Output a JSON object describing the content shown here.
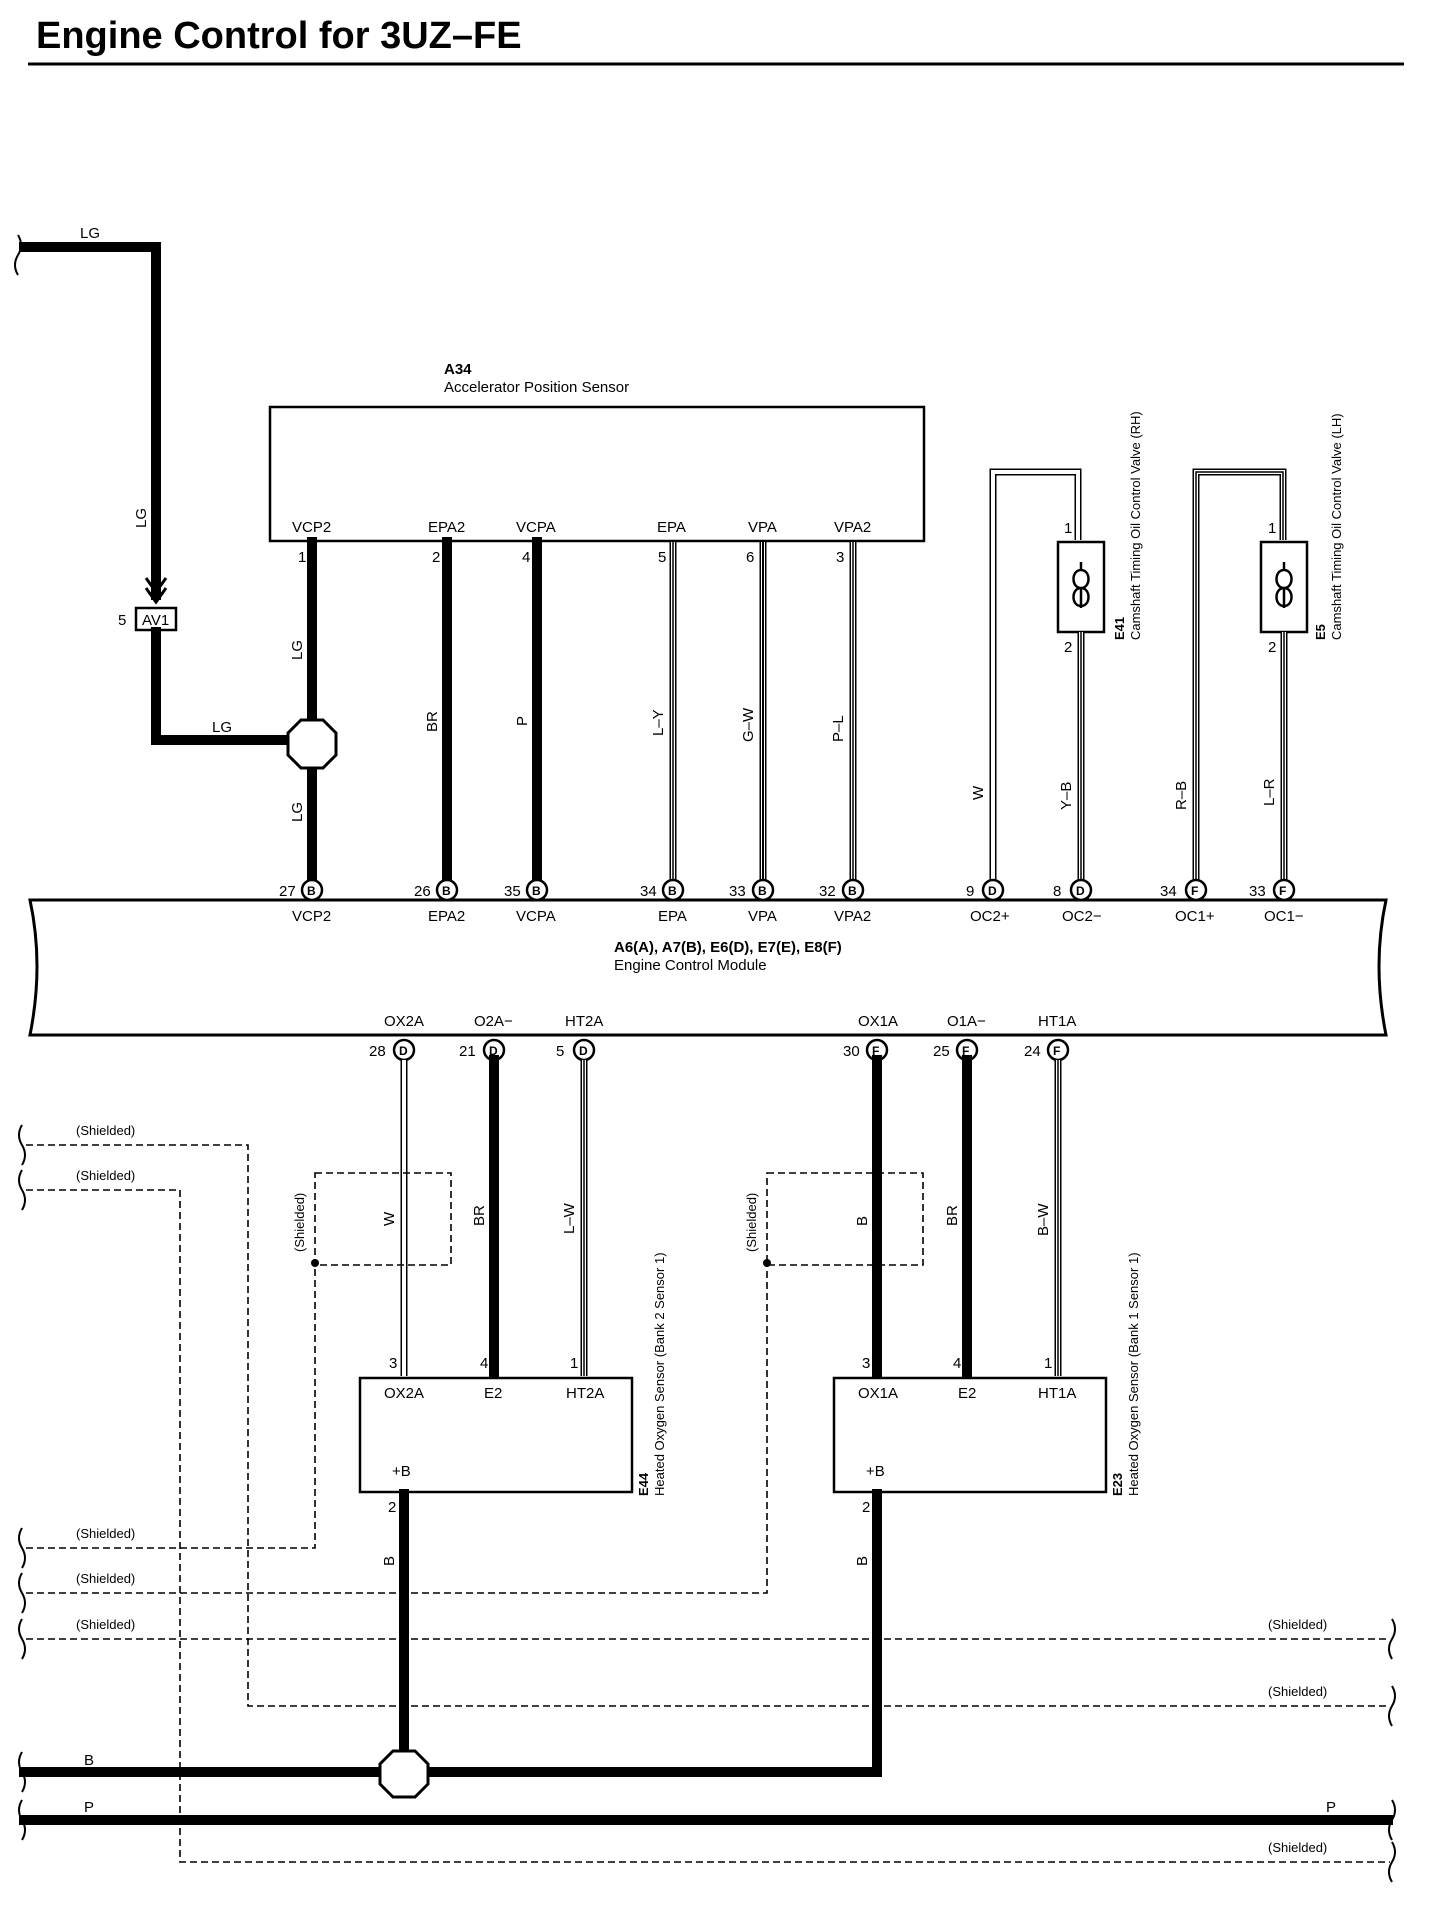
{
  "title": "Engine Control for 3UZ–FE",
  "components": {
    "a34": {
      "code": "A34",
      "name": "Accelerator Position Sensor",
      "pins": [
        "VCP2",
        "EPA2",
        "VCPA",
        "EPA",
        "VPA",
        "VPA2"
      ],
      "pin_numbers": [
        "1",
        "2",
        "4",
        "5",
        "6",
        "3"
      ]
    },
    "ecm": {
      "code": "A6(A), A7(B), E6(D), E7(E), E8(F)",
      "name": "Engine Control Module",
      "top_pins": [
        "VCP2",
        "EPA2",
        "VCPA",
        "EPA",
        "VPA",
        "VPA2",
        "OC2+",
        "OC2−",
        "OC1+",
        "OC1−"
      ],
      "top_numbers": [
        "27",
        "26",
        "35",
        "34",
        "33",
        "32",
        "9",
        "8",
        "34",
        "33"
      ],
      "top_connectors": [
        "B",
        "B",
        "B",
        "B",
        "B",
        "B",
        "D",
        "D",
        "F",
        "F"
      ],
      "bottom_pins": [
        "OX2A",
        "O2A−",
        "HT2A",
        "OX1A",
        "O1A−",
        "HT1A"
      ],
      "bottom_numbers": [
        "28",
        "21",
        "5",
        "30",
        "25",
        "24"
      ],
      "bottom_connectors": [
        "D",
        "D",
        "D",
        "F",
        "F",
        "F"
      ]
    },
    "e41": {
      "code": "E41",
      "name": "Camshaft Timing Oil Control Valve (RH)",
      "pin1": "1",
      "pin2": "2"
    },
    "e5": {
      "code": "E5",
      "name": "Camshaft Timing Oil Control Valve (LH)",
      "pin1": "1",
      "pin2": "2"
    },
    "e44": {
      "code": "E44",
      "name": "Heated Oxygen Sensor (Bank 2 Sensor 1)",
      "pins": [
        "OX2A",
        "E2",
        "HT2A"
      ],
      "pin_numbers": [
        "3",
        "4",
        "1"
      ],
      "plus_b": "+B",
      "plus_b_number": "2"
    },
    "e23": {
      "code": "E23",
      "name": "Heated Oxygen Sensor (Bank 1 Sensor 1)",
      "pins": [
        "OX1A",
        "E2",
        "HT1A"
      ],
      "pin_numbers": [
        "3",
        "4",
        "1"
      ],
      "plus_b": "+B",
      "plus_b_number": "2"
    },
    "av1": {
      "label": "AV1",
      "number": "5"
    }
  },
  "wires": {
    "lg": "LG",
    "br": "BR",
    "p": "P",
    "ly": "L–Y",
    "gw": "G–W",
    "pl": "P–L",
    "w": "W",
    "yb": "Y–B",
    "rb": "R–B",
    "lr": "L–R",
    "lw": "L–W",
    "b": "B",
    "bw": "B–W"
  },
  "shielded": "(Shielded)",
  "colors": {
    "wire": "#000000",
    "background": "#ffffff"
  }
}
